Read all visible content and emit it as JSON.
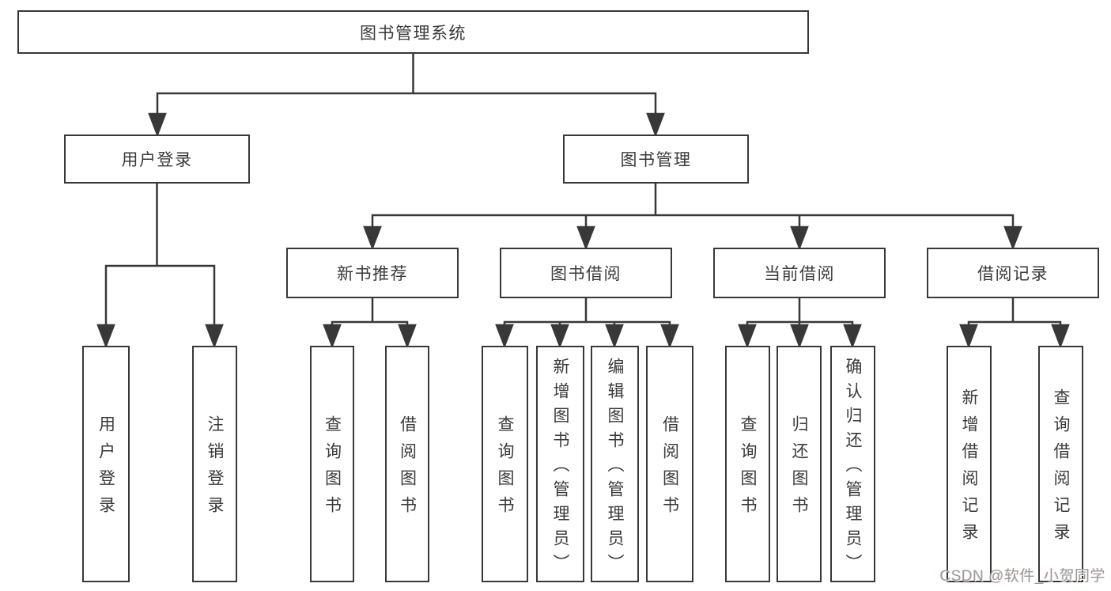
{
  "diagram": {
    "type": "tree",
    "root": {
      "label": "图书管理系统",
      "children": [
        {
          "label": "用户登录",
          "children": [
            {
              "label": "用户登录"
            },
            {
              "label": "注销登录"
            }
          ]
        },
        {
          "label": "图书管理",
          "children": [
            {
              "label": "新书推荐",
              "children": [
                {
                  "label": "查询图书"
                },
                {
                  "label": "借阅图书"
                }
              ]
            },
            {
              "label": "图书借阅",
              "children": [
                {
                  "label": "查询图书"
                },
                {
                  "label": "新增图书（管理员）"
                },
                {
                  "label": "编辑图书（管理员）"
                },
                {
                  "label": "借阅图书"
                }
              ]
            },
            {
              "label": "当前借阅",
              "children": [
                {
                  "label": "查询图书"
                },
                {
                  "label": "归还图书"
                },
                {
                  "label": "确认归还（管理员）"
                }
              ]
            },
            {
              "label": "借阅记录",
              "children": [
                {
                  "label": "新增借阅记录"
                },
                {
                  "label": "查询借阅记录"
                }
              ]
            }
          ]
        }
      ]
    },
    "colors": {
      "line": "#383838",
      "text": "#3a3a3a",
      "background": "#ffffff",
      "watermark": "#9a9a9a"
    }
  },
  "watermark": {
    "text": "CSDN @软件_小贺同学"
  }
}
